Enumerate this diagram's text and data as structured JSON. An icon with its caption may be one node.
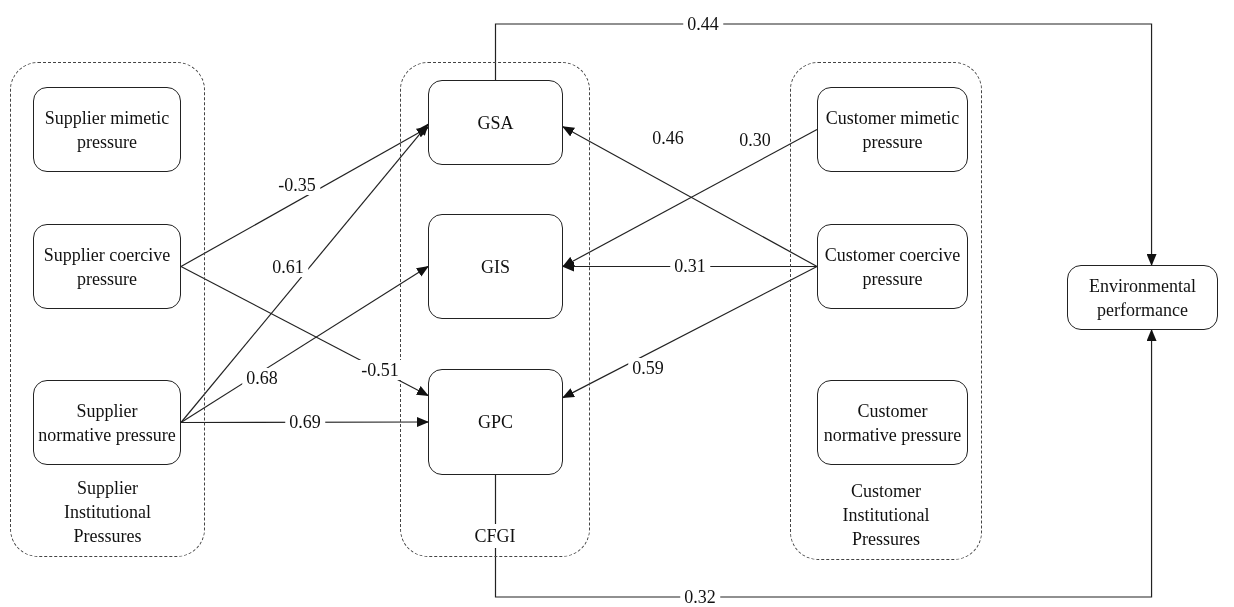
{
  "diagram": {
    "nodes": [
      {
        "text": [
          "Supplier Institutional Pressures"
        ]
      },
      {
        "text": [
          "Supplier mimetic pressure"
        ],
        "in": 0
      },
      {
        "text": [
          "Supplier coercive pressure"
        ],
        "in": 0
      },
      {
        "text": [
          "Supplier normative pressure"
        ],
        "in": 0
      },
      {
        "text": [
          "CFGI"
        ]
      },
      {
        "text": [
          "GSA"
        ],
        "in": 4
      },
      {
        "text": [
          "GIS"
        ],
        "in": 4
      },
      {
        "text": [
          "GPC"
        ],
        "in": 4
      },
      {
        "text": [
          "Customer Institutional Pressures"
        ]
      },
      {
        "text": [
          "Customer mimetic pressure"
        ],
        "in": 8
      },
      {
        "text": [
          "Customer coercive pressure"
        ],
        "in": 8
      },
      {
        "text": [
          "Customer normative pressure"
        ],
        "in": 8
      },
      {
        "text": [
          "Environmental performance"
        ]
      }
    ],
    "edges": [
      {
        "from": 2,
        "to": 5,
        "arrow": "to",
        "label": "-0.35"
      },
      {
        "from": 3,
        "to": 5,
        "arrow": "to",
        "label": "0.61"
      },
      {
        "from": 3,
        "to": 6,
        "arrow": "to",
        "label": "0.68"
      },
      {
        "from": 3,
        "to": 7,
        "arrow": "to",
        "label": "0.69"
      },
      {
        "from": 2,
        "to": 7,
        "arrow": "to",
        "label": "-0.51"
      },
      {
        "from": 10,
        "to": 5,
        "arrow": "to",
        "label": "0.46"
      },
      {
        "from": 9,
        "to": 6,
        "arrow": "to",
        "label": "0.30"
      },
      {
        "from": 10,
        "to": 6,
        "arrow": "to",
        "label": "0.31"
      },
      {
        "from": 10,
        "to": 7,
        "arrow": "to",
        "label": "0.59"
      },
      {
        "from": 5,
        "to": 12,
        "arrow": "to",
        "label": "0.44"
      },
      {
        "from": 7,
        "to": 12,
        "arrow": "to",
        "label": "0.32"
      }
    ]
  }
}
